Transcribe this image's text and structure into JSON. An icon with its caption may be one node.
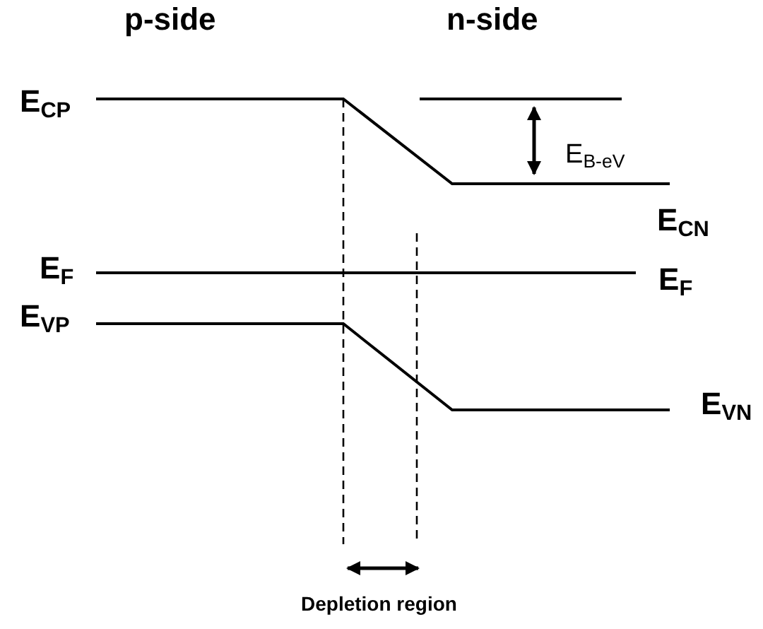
{
  "diagram": {
    "labels": [
      "p-side",
      "n-side",
      "E$_{CP}$",
      "E$_{B-eV}$",
      "E$_{CN}$",
      "E$_{F}$",
      "E$_{F}$",
      "E$_{VP}$",
      "E$_{VN}$",
      "Depletion region"
    ]
  }
}
